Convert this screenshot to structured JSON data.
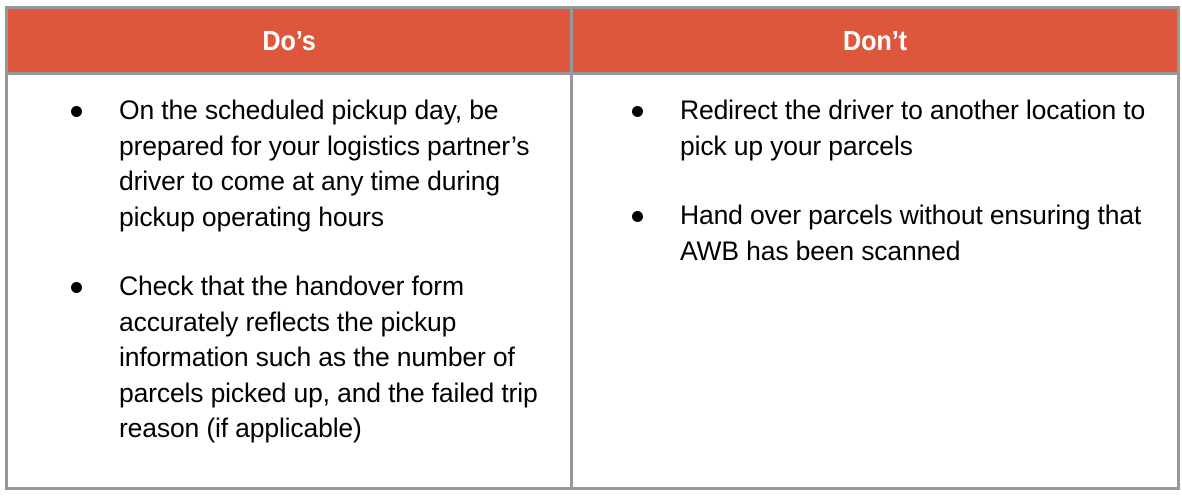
{
  "table": {
    "columns": [
      {
        "id": "dos",
        "header": "Do’s",
        "bullets": [
          "On the scheduled pickup day, be prepared for your logistics partner’s driver to come at any time during pickup operating hours",
          "Check that the handover form accurately reflects the pickup information such as the number of parcels picked up, and the failed trip reason (if applicable)"
        ]
      },
      {
        "id": "donts",
        "header": "Don’t",
        "bullets": [
          "Redirect the driver to another location to pick up your parcels",
          "Hand over parcels without ensuring that AWB has been scanned"
        ]
      }
    ]
  },
  "colors": {
    "header_background": "#dc573c",
    "header_text": "#ffffff",
    "border": "#96999b",
    "body_text": "#000000",
    "body_background": "#ffffff"
  },
  "icons": {
    "bullet": "bullet-dot-icon"
  }
}
